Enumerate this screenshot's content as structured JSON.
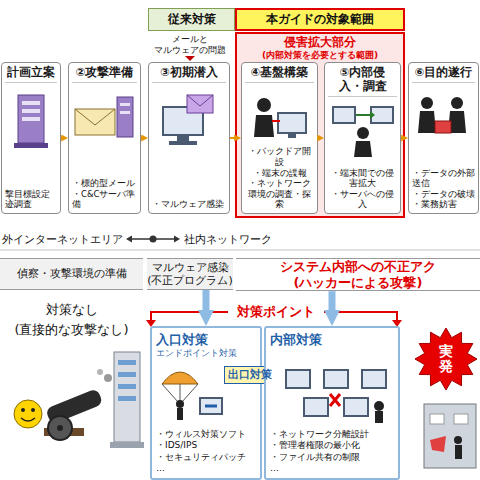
{
  "diagram": {
    "nodes": [
      {
        "text": [
          "従来対策"
        ]
      },
      {
        "text": [
          "本ガイドの対象範囲"
        ]
      },
      {
        "text": [
          "計画立案",
          "撃目標設定",
          "迹調査"
        ]
      },
      {
        "text": [
          "②攻撃準備",
          "・標的型メール",
          "・C&Cサーバ準備"
        ]
      },
      {
        "text": [
          "③初期潜入",
          "・マルウェア感染"
        ]
      },
      {
        "text": [
          "侵害拡大部分",
          "(内部対策を必要とする範囲)"
        ]
      },
      {
        "text": [
          "④基盤構築",
          "・バックドア開設",
          "・端末の諜報",
          "・ネットワーク環境の調査・探索"
        ],
        "in": 5
      },
      {
        "text": [
          "⑤内部侵入・調査",
          "・端末間での侵害拡大",
          "・サーバへの侵入"
        ],
        "in": 5
      },
      {
        "text": [
          "⑥目的遂行",
          "・データの外部送信",
          "・データの破壊",
          "・業務妨害"
        ]
      },
      {
        "text": [
          "偵察・攻撃環境の準備"
        ]
      },
      {
        "text": [
          "マルウェア感染 (不正プログラム)"
        ]
      },
      {
        "text": [
          "システム内部への不正アク (ハッカーによる攻撃)"
        ]
      },
      {
        "text": [
          "入口対策",
          "エンドポイント対策",
          "・ウィルス対策ソフト",
          "・IDS/IPS",
          "・セキュリティパッチ",
          "…"
        ]
      },
      {
        "text": [
          "出口対策"
        ]
      },
      {
        "text": [
          "内部対策",
          "・ネットワーク分離設計",
          "・管理者権限の最小化",
          "・ファイル共有の制限",
          "…"
        ]
      },
      {
        "text": [
          "実 発"
        ]
      }
    ],
    "edges": [
      {
        "from": 2,
        "to": 3,
        "arrow": "to"
      },
      {
        "from": 3,
        "to": 4,
        "arrow": "to"
      },
      {
        "from": 4,
        "to": 6,
        "arrow": "to"
      },
      {
        "from": 6,
        "to": 7,
        "arrow": "to"
      },
      {
        "from": 7,
        "to": 8,
        "arrow": "to"
      },
      {
        "from": 10,
        "to": 12,
        "arrow": "to"
      },
      {
        "from": 11,
        "to": 14,
        "arrow": "to"
      }
    ],
    "labels": [
      "メールと マルウェアの問題",
      "外インターネットエリア",
      "社内ネットワーク",
      "対策なし (直接的な攻撃なし)",
      "対策ポイント"
    ]
  }
}
